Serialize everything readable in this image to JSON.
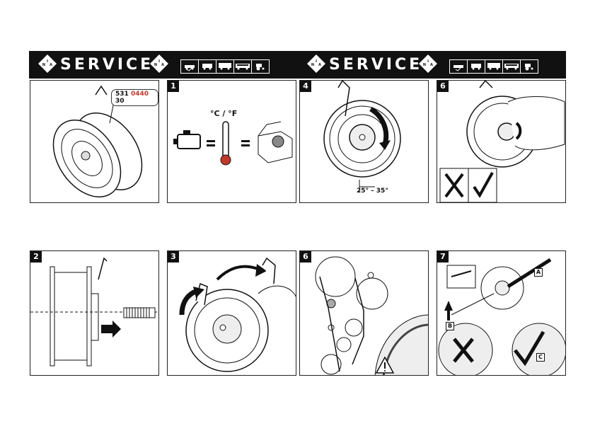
{
  "banner": {
    "left_title": "SERVICE",
    "right_title": "SERVICE",
    "logo_text": "INA",
    "vehicle_icons": [
      "car-icon",
      "van-icon",
      "truck-icon",
      "bus-icon",
      "tractor-icon"
    ]
  },
  "part_number": {
    "prefix": "531",
    "highlight": "0440",
    "suffix": "30"
  },
  "panels": [
    {
      "step": "",
      "image": "tensioner-pulley-overview"
    },
    {
      "step": "1",
      "image": "engine-cold-temperature",
      "temp_unit": "°C / °F"
    },
    {
      "step": "4",
      "image": "rotate-tensioner",
      "angle": "25° – 35°"
    },
    {
      "step": "6",
      "image": "tighten-nut-by-hand"
    },
    {
      "step": "2",
      "image": "remove-old-tensioner"
    },
    {
      "step": "3",
      "image": "fit-new-tensioner"
    },
    {
      "step": "6",
      "image": "belt-routing-warning"
    },
    {
      "step": "7",
      "image": "set-tension-wrench",
      "labels": [
        "A",
        "B",
        "C"
      ]
    }
  ],
  "colors": {
    "banner": "#111111",
    "accent": "#c0392b"
  }
}
